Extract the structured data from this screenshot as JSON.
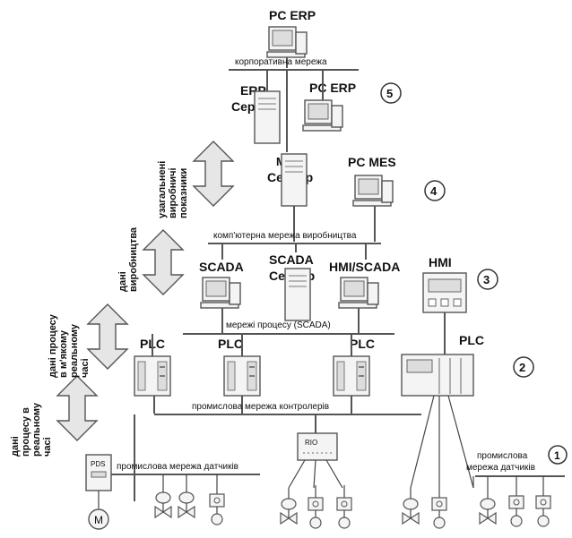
{
  "computers": {
    "pc_erp_top": "PC ERP",
    "erp_server": "ERP Сервер",
    "erp_server_line1": "ERP",
    "erp_server_line2": "Сервер",
    "pc_erp_right": "PC ERP",
    "mes_server_line1": "MES",
    "mes_server_line2": "Сервер",
    "pc_mes": "PC MES",
    "scada": "SCADA",
    "scada_server_line1": "SCADA",
    "scada_server_line2": "Сервер",
    "hmi_scada": "HMI/SCADA",
    "hmi": "HMI"
  },
  "networks": {
    "corporate": "корпоративна мережа",
    "production": "комп'ютерна мережа виробництва",
    "process": "мережі процесу (SCADA)",
    "controllers": "промислова мережа контролерів",
    "sensors_left": "промислова мережа датчиків",
    "sensors_right_line1": "промислова",
    "sensors_right_line2": "мережа датчиків"
  },
  "controllers": {
    "plc1": "PLC",
    "plc2": "PLC",
    "plc3": "PLC",
    "plc4": "PLC"
  },
  "field": {
    "pds": "PDS",
    "motor": "M",
    "rio": "RIO"
  },
  "levels": [
    "5",
    "4",
    "3",
    "2",
    "1"
  ],
  "side_labels": {
    "l1": [
      "узагальнені",
      "виробничі",
      "показники"
    ],
    "l2": [
      "дані",
      "виробництва"
    ],
    "l3": [
      "дані процесу",
      "в м'якому",
      "реальному",
      "часі"
    ],
    "l4": [
      "дані",
      "процесу в",
      "реальному",
      "часі"
    ]
  }
}
